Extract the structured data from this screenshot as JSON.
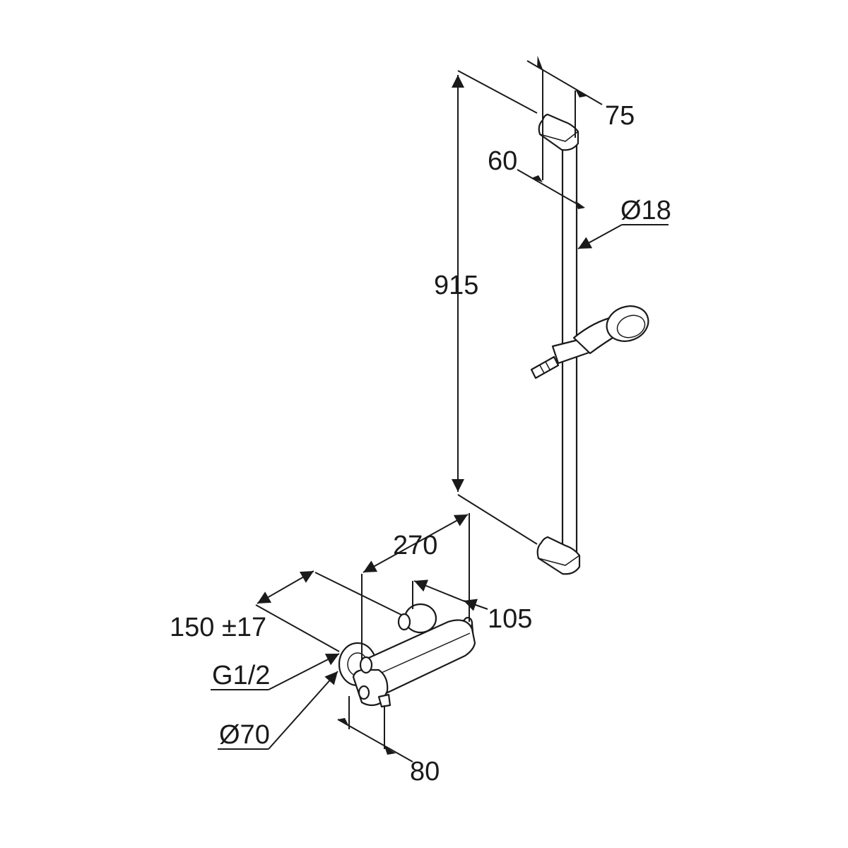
{
  "dimensions": {
    "d75": "75",
    "d60": "60",
    "d18": "Ø18",
    "d915": "915",
    "d270": "270",
    "d105": "105",
    "d150": "150 ±17",
    "g12": "G1/2",
    "d70": "Ø70",
    "d80": "80"
  }
}
